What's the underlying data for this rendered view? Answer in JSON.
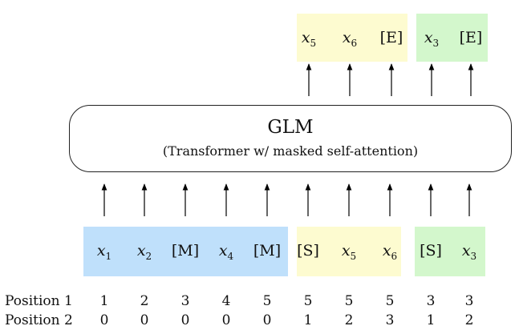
{
  "groups": [
    {
      "id": "blue",
      "color": "#bfe0fb"
    },
    {
      "id": "yellow",
      "color": "#fdfbd0"
    },
    {
      "id": "green",
      "color": "#d3f7cc"
    }
  ],
  "input_tokens": [
    {
      "base": "x",
      "sub": "1"
    },
    {
      "base": "x",
      "sub": "2"
    },
    {
      "text": "[M]"
    },
    {
      "base": "x",
      "sub": "4"
    },
    {
      "text": "[M]"
    },
    {
      "text": "[S]"
    },
    {
      "base": "x",
      "sub": "5"
    },
    {
      "base": "x",
      "sub": "6"
    },
    {
      "text": "[S]"
    },
    {
      "base": "x",
      "sub": "3"
    }
  ],
  "output_tokens": [
    {
      "base": "x",
      "sub": "5"
    },
    {
      "base": "x",
      "sub": "6"
    },
    {
      "text": "[E]"
    },
    {
      "base": "x",
      "sub": "3"
    },
    {
      "text": "[E]"
    }
  ],
  "model": {
    "title": "GLM",
    "subtitle": "(Transformer w/ masked self-attention)"
  },
  "positions": {
    "row1_label": "Position 1",
    "row1": [
      "1",
      "2",
      "3",
      "4",
      "5",
      "5",
      "5",
      "5",
      "3",
      "3"
    ],
    "row2_label": "Position 2",
    "row2": [
      "0",
      "0",
      "0",
      "0",
      "0",
      "1",
      "2",
      "3",
      "1",
      "2"
    ]
  },
  "arrow_color": "#000000"
}
